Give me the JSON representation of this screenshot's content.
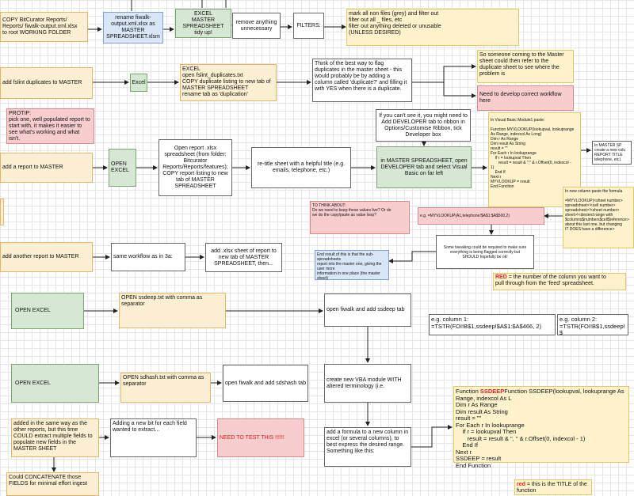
{
  "nodes": {
    "n1": "COPY BitCurator Reports/\nReports/ fiwalk-output.xml.xlsx\nto root WORKING FOLDER",
    "n2": "rename fiwalk-\noutput.xml.xlsx as\nMASTER\nSPREADSHEET.xlsm",
    "n3": "EXCEL\nMASTER\nSPREADSHEET\ntidy up!",
    "n4": "remove anything\nunnecessary",
    "n5": "FILTERS:",
    "n6": "mark all non files (grey) and filter out\nfilter out all _ files, etc\nfilter out anything deleted or unusable\n(UNLESS DESIRED)",
    "n7": "add fslint duplicates to MASTER",
    "n8": "Excel",
    "n9": "EXCEL\nopen fslint_duplicates.txt\nCOPY duplicate listing to new tab of\nMASTER SPREADSHEET\nrename tab as 'duplication'",
    "n10": "Think of the best way to flag\nduplicates in the master sheet - this\nwould probably be by adding a\ncolumn called 'duplicate?' and filling it\nwith YES when there is a duplicate.",
    "n11": "So someone coming to the Master\nsheet could then refer to the\nduplicate sheet to see where the\nproblem is",
    "n12": "Need to develop correct workflow\nhere",
    "n13": "PROTIP:\npick one, well populated report to\nstart with, it makes it easier to\nsee what's working and what\nisn't.",
    "n14": "If you can't see it, you might need to\nAdd DEVELOPER tab to ribbon in\nOptions/Customise Ribbon, tick\nDeveloper box",
    "n15": "add a report to MASTER",
    "n16": "OPEN\nEXCEL",
    "n17": "Open report .xlsx\nspreadsheet (from folder:\nBitcurator\nReports/Reports/features);\nCOPY report listing to new\ntab of MASTER\nSPREADSHEET",
    "n18": "re-title sheet with a helpful title (e.g.\nemails, telephone, etc.)",
    "n19": "in MASTER SPREADSHEET, open\nDEVELOPER tab and select Visual\nBasic on far left",
    "n20": "In Visual Basic Module1 paste:\n\nFunction MYVLOOKUP(lookupval, lookuprange\nAs Range, indexcol As Long)\nDim r As Range\nDim result As String\nresult = \"\"\nFor Each r In lookuprange\n    If r = lookupval Then\n       result = result & \";\" & r.Offset(0, indexcol -\n1)\n    End If\nNext r\nMYVLOOKUP = result\nEnd Function",
    "n21": "In MASTER SP\ncreate a new colu\nREPORT TITLE\ntelephone, etc).",
    "n22": "TO THINK ABOUT:\nDo we need to keep these values live? Or do\nwe do the copy/paste as value loop?",
    "n23": "e.g. =MYVLOOKUP(A1,telephone!$A$1:$A$500,2)",
    "n24": "In new column paste the formula\n\n=MYVLOOKUP(<sheet number>\nspreadsheet>!<cell number>\nspreadsheet>!<sheet number>\nsheet>!<desired range with\n$columns$numbers$cell$reference>\nabout this last one, but changing\nIT DOES have a difference>",
    "n25": "Some tweaking could be required to make sure\neverything is being flagged correctly but\nSHOULD hopefully be ok!",
    "n26": "add another report to MASTER",
    "n27": "same workflow as in 3a:",
    "n28": "add .xlsx sheet of report to\nnew tab of MASTER\nSPREADSHEET, then...",
    "n29": "End result of this is that the sub-spreadsheets\nreport into the master one, giving the user more\ninformation in one place (the master sheet)",
    "n30": "= the number of the column you want to\npull through from the 'feed' spreadsheet.",
    "n30red": "RED",
    "n31": "OPEN EXCEL",
    "n32": "OPEN ssdeep.txt with comma as\nseparator",
    "n33": "open fiwalk and add ssdeep tab",
    "n34": "e.g. column 1:\n=TSTR(FOI!B$1,ssdeep!$A$1:$A$466, 2)",
    "n35": "e.g. column 2:\n=TSTR(FOI!B$1,ssdeep!$",
    "n36": "OPEN EXCEL",
    "n37": "OPEN sdhash.txt with comma as\nseparator",
    "n38": "open fiwalk and add sdshash tab",
    "n39": "create new VBA module WITH\naltered terminology (i.e.",
    "n40": "added in the same way as the\nother reports, but this time\nCOULD extract multiple fields to\npopulate new fields in the\nMASTER SHEET",
    "n41": "Adding a new bit for each field\nwanted to extract...",
    "n42": "NEED TO TEST THIS !!!!!!",
    "n43": "add a formula to a new column in\nexcel (or several columns), to\nbest express the desired range.\nSomething like this:",
    "n44a": "SSDEEP",
    "n44": "Function SSDEEP(lookupval, lookuprange As Range, indexcol As L\nDim r As Range\nDim result As String\nresult = \"\"\nFor Each r In lookuprange\n    If r = lookupval Then\n       result = result & \", \" & r.Offset(0, indexcol - 1)\n    End If\nNext r\nSSDEEP = result\nEnd Function",
    "n45": "Could CONCATENATE those\nFIELDS for minimal effort ingest",
    "n46": "= this is the TITLE of the\nfunction",
    "n46red": "red"
  }
}
